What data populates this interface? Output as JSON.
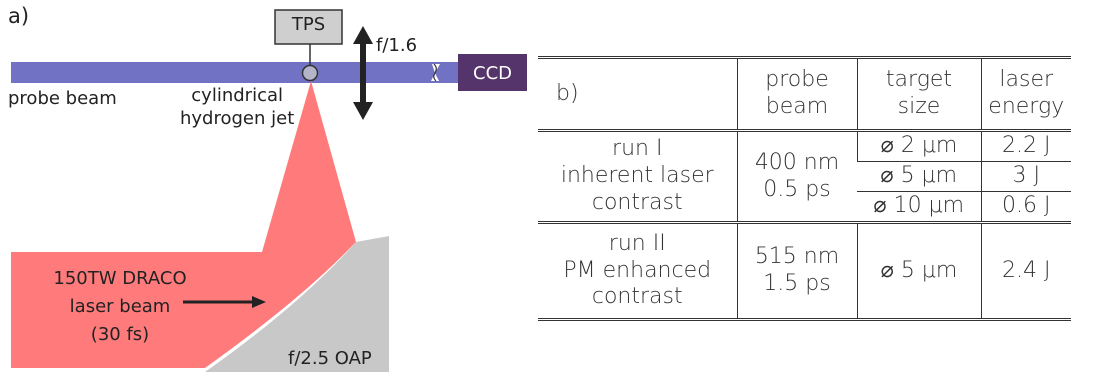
{
  "panel_a": {
    "label": "a)",
    "tps_label": "TPS",
    "lens_label": "f/1.6",
    "ccd_label": "CCD",
    "probe_beam_label": "probe beam",
    "jet_label_line1": "cylindrical",
    "jet_label_line2": "hydrogen jet",
    "laser_label_line1": "150TW DRACO",
    "laser_label_line2": "laser beam",
    "laser_label_line3": "(30 fs)",
    "oap_label": "f/2.5 OAP",
    "colors": {
      "probe_beam": "#7272c4",
      "ccd": "#55336b",
      "laser": "#ff7b7b",
      "oap": "#c8c8c8",
      "tps": "#cfcfcf"
    }
  },
  "panel_b": {
    "label": "b)",
    "headers": {
      "probe_line1": "probe",
      "probe_line2": "beam",
      "target_line1": "target",
      "target_line2": "size",
      "energy_line1": "laser",
      "energy_line2": "energy"
    },
    "run1": {
      "name_line1": "run I",
      "name_line2": "inherent laser",
      "name_line3": "contrast",
      "probe_line1": "400 nm",
      "probe_line2": "0.5 ps",
      "rows": [
        {
          "target": "⌀ 2 μm",
          "energy": "2.2 J"
        },
        {
          "target": "⌀ 5 μm",
          "energy": "3 J"
        },
        {
          "target": "⌀ 10 μm",
          "energy": "0.6 J"
        }
      ]
    },
    "run2": {
      "name_line1": "run II",
      "name_line2": "PM enhanced",
      "name_line3": "contrast",
      "probe_line1": "515 nm",
      "probe_line2": "1.5 ps",
      "target": "⌀ 5 μm",
      "energy": "2.4 J"
    }
  }
}
